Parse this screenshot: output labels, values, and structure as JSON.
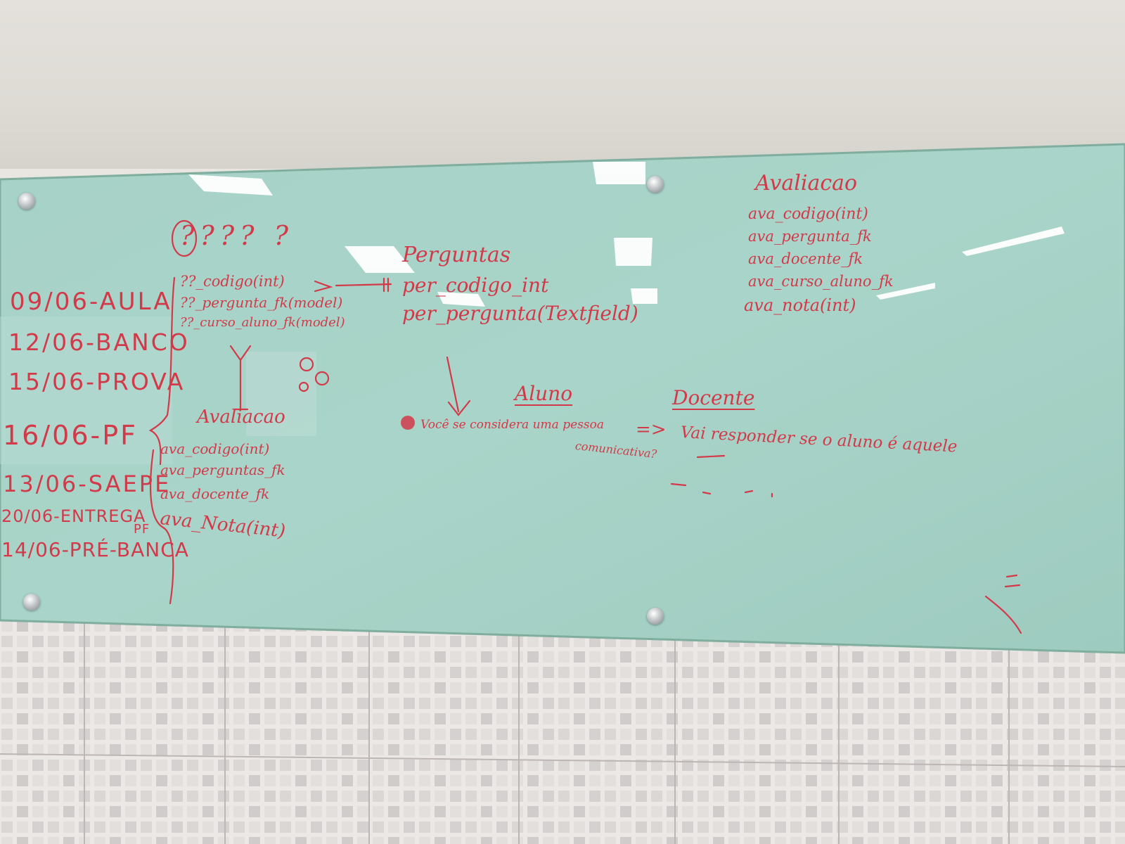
{
  "photo": {
    "board_color": "#a6d1c7",
    "ink_color": "#d23a4a",
    "wall_color": "#e3e0db"
  },
  "schedule": [
    "09/06-AULA",
    "12/06-BANCO",
    "15/06-PROVA",
    "16/06-PF",
    "13/06-SAEPE",
    "20/06-ENTREGA",
    "PF",
    "14/06-PRÉ-BANCA"
  ],
  "question_marks": "???? ?",
  "left_block": {
    "lines": [
      "??_codigo(int)",
      "??_pergunta_fk(model)",
      "??_curso_aluno_fk(model)"
    ]
  },
  "avaliacao_left": {
    "title": "Avaliacao",
    "lines": [
      "ava_codigo(int)",
      "ava_perguntas_fk",
      "ava_docente_fk",
      "ava_Nota(int)"
    ]
  },
  "perguntas": {
    "title": "Perguntas",
    "lines": [
      "per_codigo_int",
      "per_pergunta(Textfield)"
    ]
  },
  "avaliacao_right": {
    "title": "Avaliacao",
    "lines": [
      "ava_codigo(int)",
      "ava_pergunta_fk",
      "ava_docente_fk",
      "ava_curso_aluno_fk",
      "ava_nota(int)"
    ]
  },
  "roles": {
    "aluno": "Aluno",
    "docente": "Docente"
  },
  "sentence": {
    "question": "Você se considera uma pessoa",
    "question2": "comunicativa?",
    "arrow": "=>",
    "answer": "Vai responder se o aluno é aquele"
  }
}
